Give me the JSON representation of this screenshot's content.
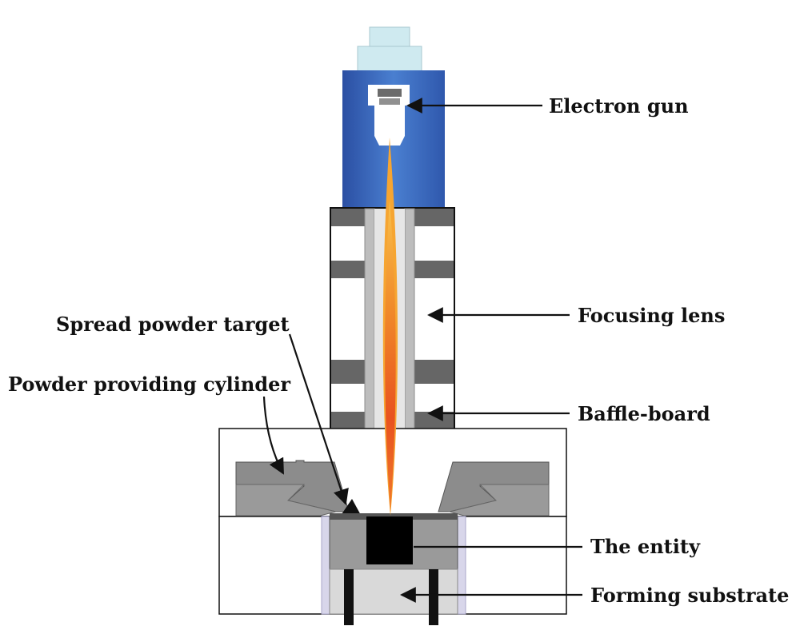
{
  "labels": {
    "electron_gun": "Electron gun",
    "focusing_lens": "Focusing lens",
    "spread_powder_target": "Spread powder target",
    "powder_providing_cylinder": "Powder providing cylinder",
    "baffle_board": "Baffle-board",
    "the_entity": "The entity",
    "forming_substrate": "Forming substrate"
  },
  "colors": {
    "gun_housing": "#3f6fc0",
    "gun_cap": "#cfeaf0",
    "beam_outer": "#f6a531",
    "beam_inner": "#e8471d",
    "lens_band": "#666666",
    "powder": "#8c8c8c",
    "entity": "#000000",
    "substrate": "#d9d9d9"
  }
}
